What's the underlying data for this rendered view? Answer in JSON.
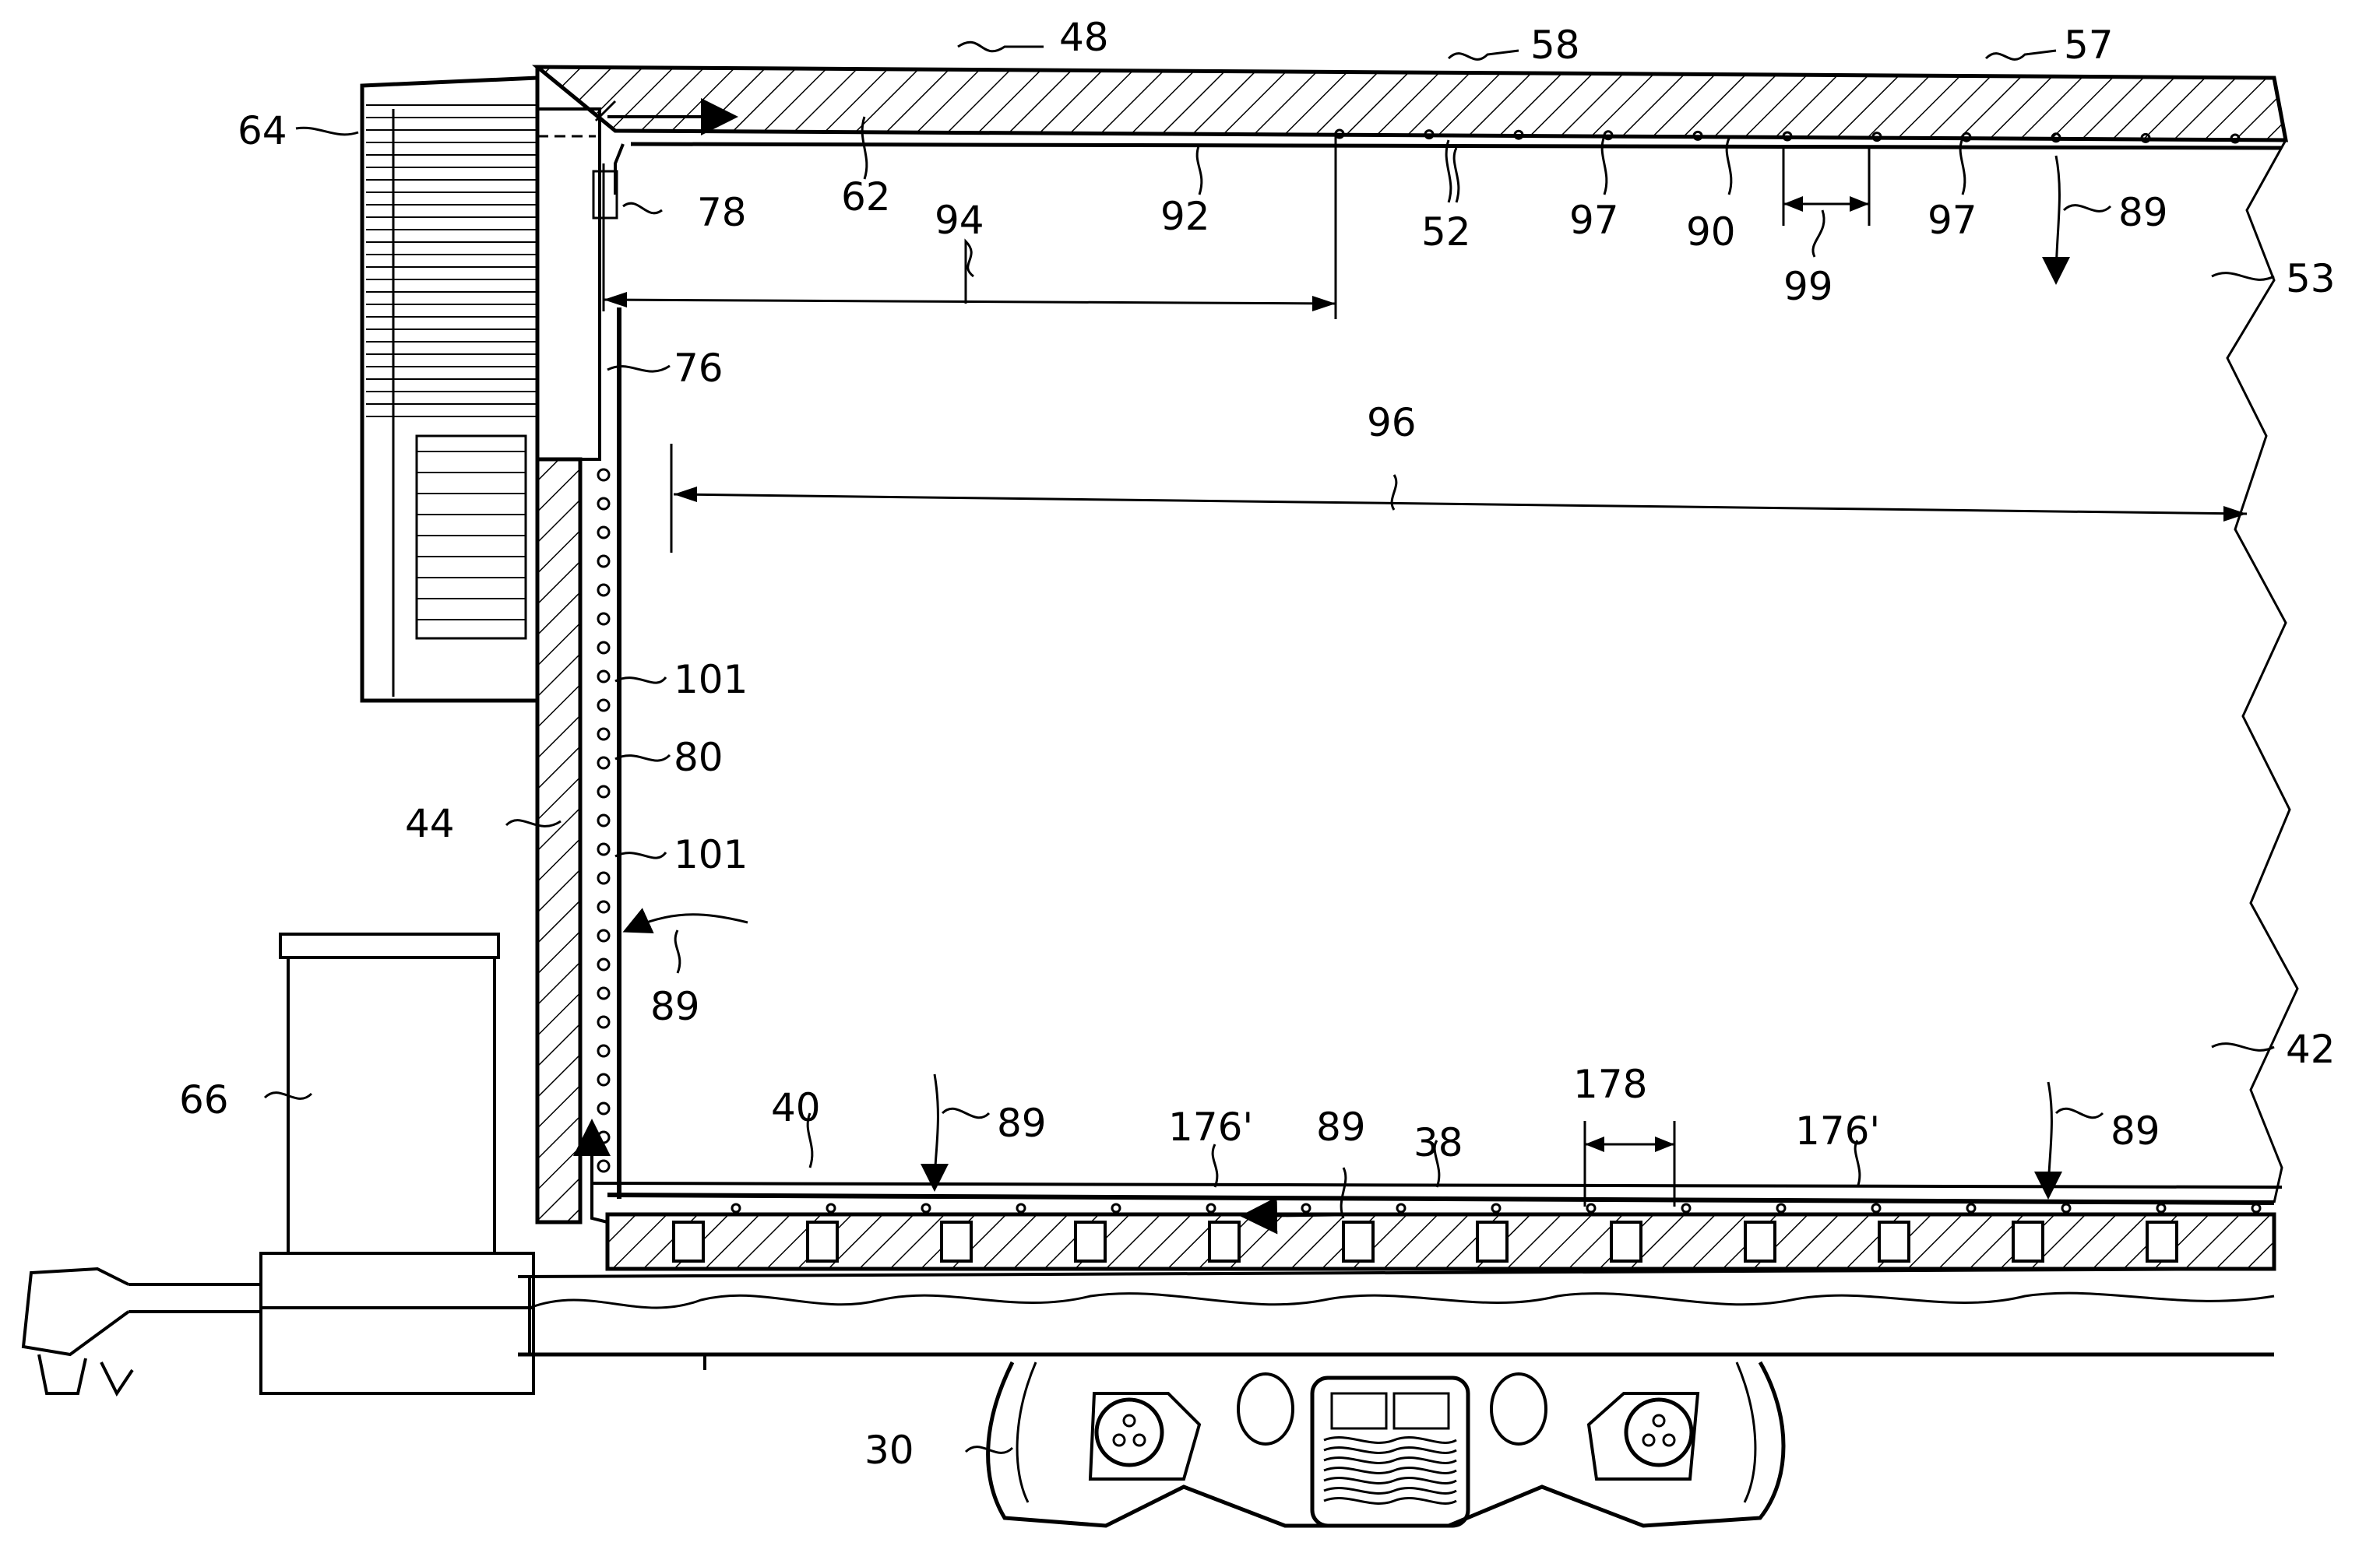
{
  "colors": {
    "ink": "#000000",
    "paper": "#ffffff"
  },
  "labels": {
    "l48": "48",
    "l58": "58",
    "l57": "57",
    "l64": "64",
    "l62": "62",
    "l92": "92",
    "l52": "52",
    "l97a": "97",
    "l90": "90",
    "l97b": "97",
    "l89a": "89",
    "l78": "78",
    "l94": "94",
    "l99": "99",
    "l53": "53",
    "l76": "76",
    "l96": "96",
    "l101a": "101",
    "l80": "80",
    "l44": "44",
    "l101b": "101",
    "l89b": "89",
    "l66": "66",
    "l178": "178",
    "l42": "42",
    "l40": "40",
    "l89c": "89",
    "l176a": "176'",
    "l89d": "89",
    "l38": "38",
    "l176b": "176'",
    "l89e": "89",
    "l30": "30"
  }
}
